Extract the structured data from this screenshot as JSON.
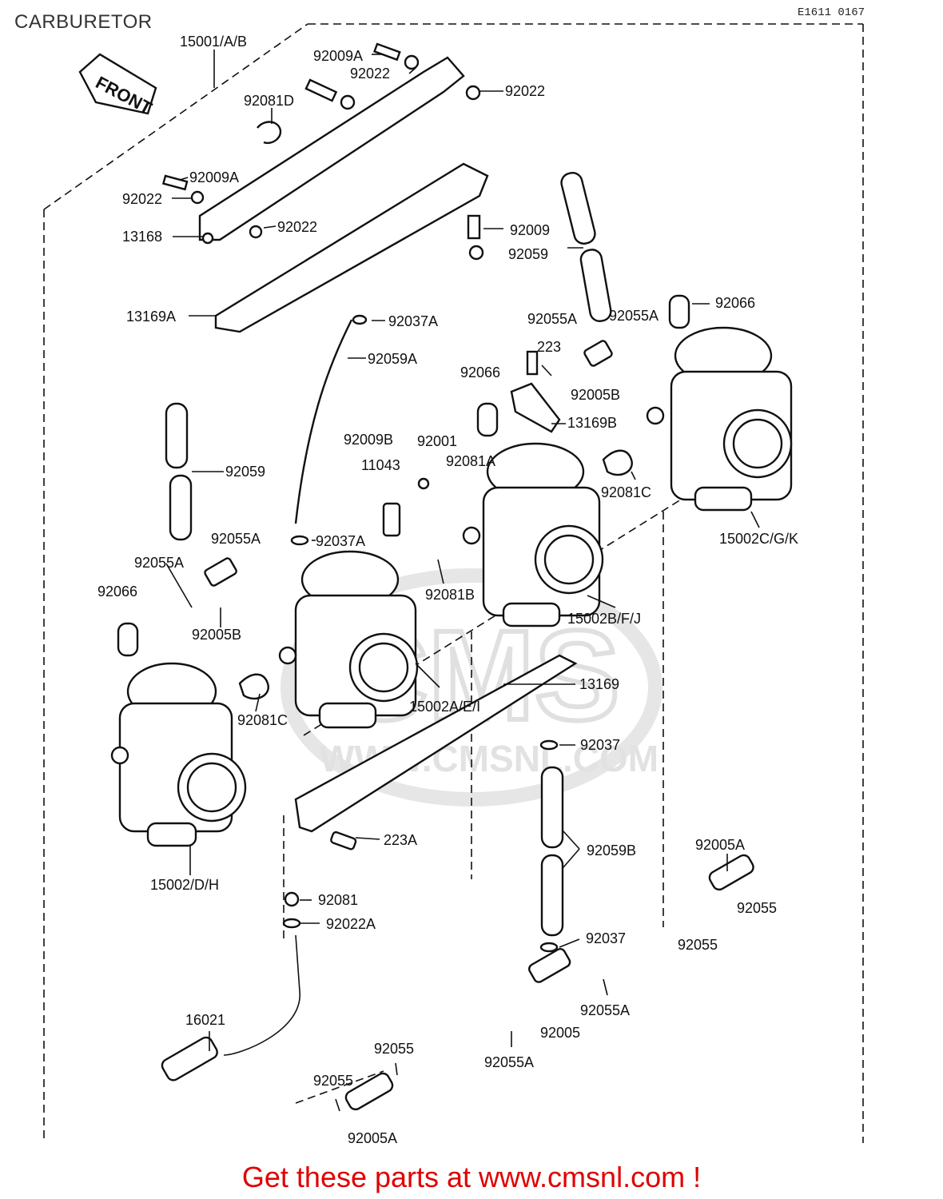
{
  "page": {
    "title": "CARBURETOR",
    "ref_code": "E1611 0167",
    "footer": "Get these parts at www.cmsnl.com !"
  },
  "watermark": {
    "logo": "CMS",
    "url": "WWW.CMSNL.COM"
  },
  "front_marker": "FRONT",
  "callouts": {
    "c15001AB": "15001/A/B",
    "c92009A_top": "92009A",
    "c92022_top1": "92022",
    "c92022_top2": "92022",
    "c92081D": "92081D",
    "c92009A_mid": "92009A",
    "c92022_left": "92022",
    "c92022_mid": "92022",
    "c13168": "13168",
    "c92009": "92009",
    "c92059_top": "92059",
    "c13169A": "13169A",
    "c92037A_top": "92037A",
    "c92059A": "92059A",
    "c92055A_r1": "92055A",
    "c92055A_r2": "92055A",
    "c92066_top": "92066",
    "c223": "223",
    "c92066_mid": "92066",
    "c92005B_r": "92005B",
    "c13169B": "13169B",
    "c92009B": "92009B",
    "c92001": "92001",
    "c11043": "11043",
    "c92081A": "92081A",
    "c92081C_r": "92081C",
    "c92059_left": "92059",
    "c15002CGK": "15002C/G/K",
    "c92055A_l1": "92055A",
    "c92037A_mid": "92037A",
    "c92055A_l2": "92055A",
    "c92081B": "92081B",
    "c92066_left": "92066",
    "c15002BFJ": "15002B/F/J",
    "c92005B_l": "92005B",
    "c13169": "13169",
    "c15002AEI": "15002A/E/I",
    "c92081C_l": "92081C",
    "c92037_top": "92037",
    "c223A": "223A",
    "c15002DH": "15002/D/H",
    "c92005A_r": "92005A",
    "c92059B": "92059B",
    "c92081": "92081",
    "c92022A": "92022A",
    "c92055_r1": "92055",
    "c92055_r2": "92055",
    "c92037_bot": "92037",
    "c16021": "16021",
    "c92055A_b1": "92055A",
    "c92005": "92005",
    "c92055A_b2": "92055A",
    "c92055_b1": "92055",
    "c92055_b2": "92055",
    "c92005A_b": "92005A"
  }
}
